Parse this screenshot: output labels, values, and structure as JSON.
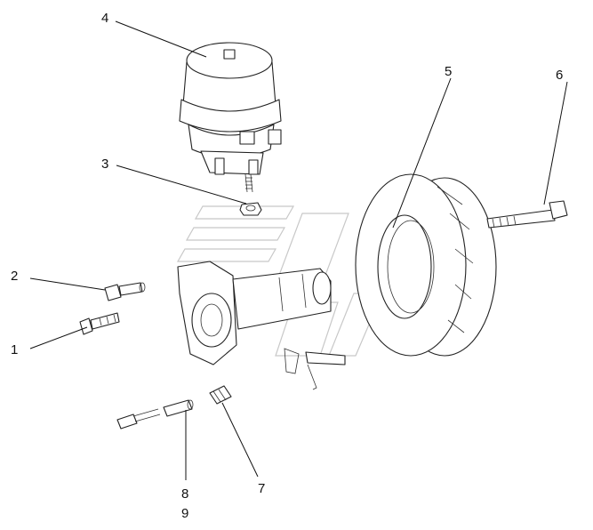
{
  "callouts": [
    {
      "id": "1",
      "label": "1"
    },
    {
      "id": "2",
      "label": "2"
    },
    {
      "id": "3",
      "label": "3"
    },
    {
      "id": "4",
      "label": "4"
    },
    {
      "id": "5",
      "label": "5"
    },
    {
      "id": "6",
      "label": "6"
    },
    {
      "id": "7",
      "label": "7"
    },
    {
      "id": "8",
      "label": "8"
    },
    {
      "id": "9",
      "label": "9"
    }
  ],
  "colors": {
    "ink": "#222222",
    "watermark": "#c8c8c8",
    "background": "#ffffff"
  }
}
